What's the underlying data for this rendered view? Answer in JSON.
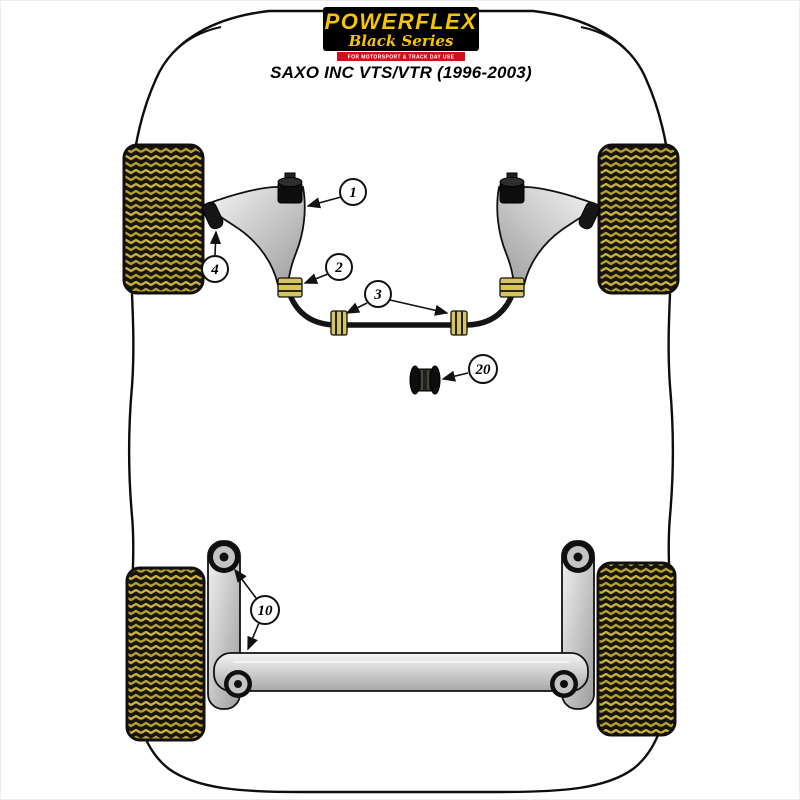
{
  "header": {
    "brand": "POWERFLEX",
    "series": "Black Series",
    "tagline": "FOR MOTORSPORT & TRACK DAY USE",
    "title": "SAXO INC VTS/VTR (1996-2003)"
  },
  "callouts": {
    "front_upper_bush": "1",
    "front_lower_bush": "2",
    "anti_roll_bar_bushes": "3",
    "outer_arm_bush": "4",
    "link_bush": "20",
    "rear_beam_bushes": "10"
  },
  "colors": {
    "brand_yellow": "#F7C400",
    "brand_red": "#C8151B",
    "tread_gold": "#C9B23B",
    "outline_black": "#111111"
  }
}
